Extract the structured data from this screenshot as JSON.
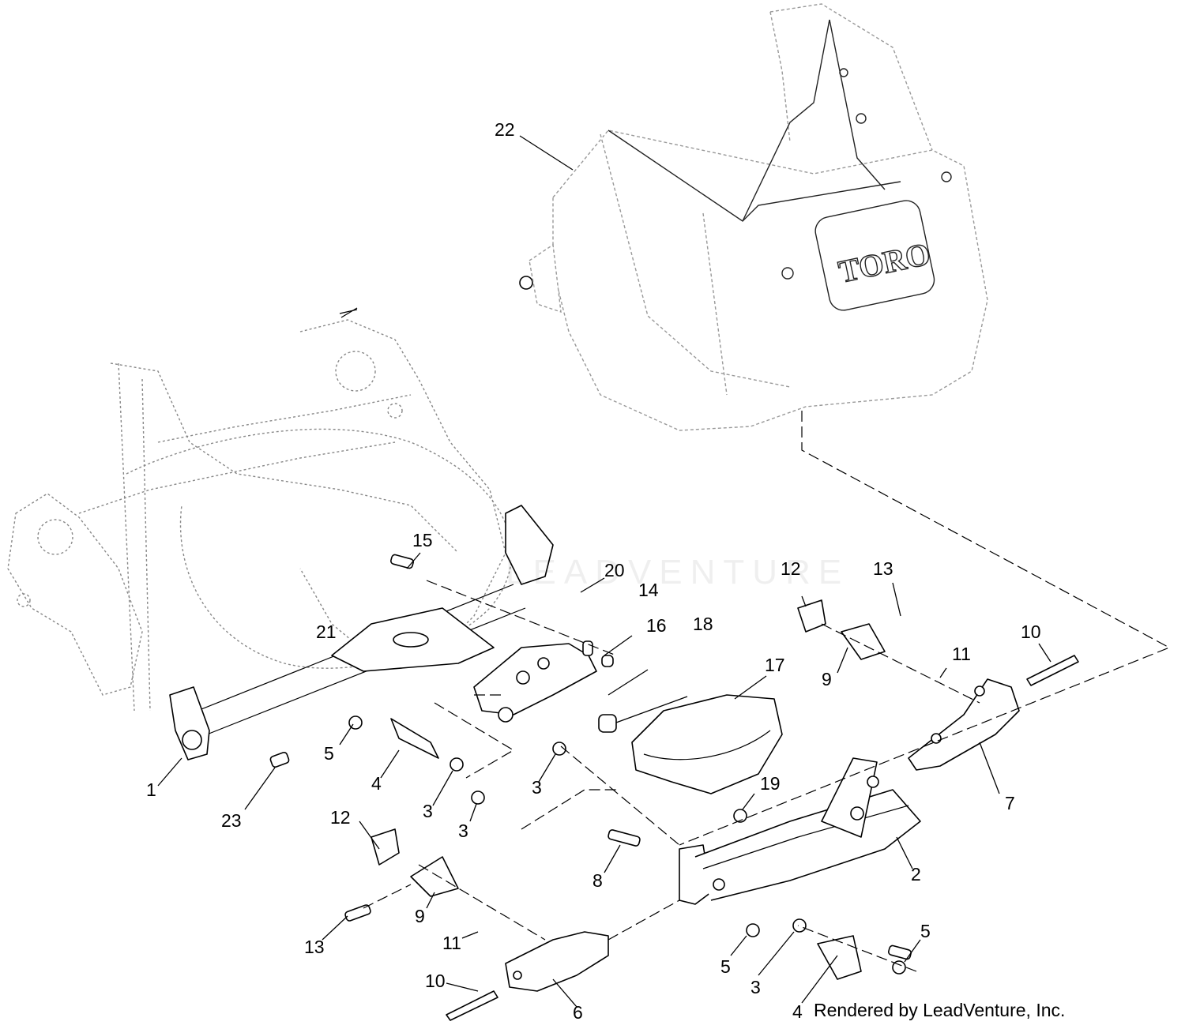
{
  "logo_text": "TORO",
  "watermark": "LEADVENTURE",
  "credit": "Rendered by LeadVenture, Inc.",
  "callouts": [
    "22",
    "15",
    "20",
    "14",
    "16",
    "18",
    "21",
    "12",
    "13",
    "10",
    "11",
    "9",
    "17",
    "7",
    "19",
    "5",
    "4",
    "3",
    "3",
    "3",
    "1",
    "23",
    "12",
    "8",
    "2",
    "9",
    "13",
    "11",
    "10",
    "6",
    "5",
    "3",
    "5",
    "4"
  ]
}
